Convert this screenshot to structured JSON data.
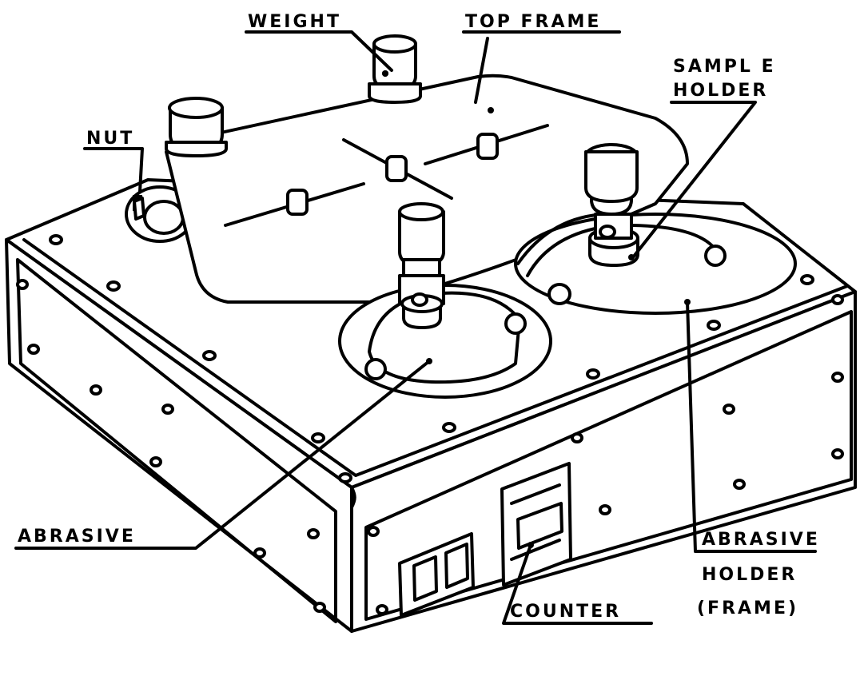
{
  "labels": {
    "weight": "WEIGHT",
    "top_frame": "TOP FRAME",
    "sample_holder_line1": "SAMPL E",
    "sample_holder_line2": "HOLDER",
    "nut": "NUT",
    "abrasive": "ABRASIVE",
    "abrasive_holder_line1": "ABRASIVE",
    "abrasive_holder_line2": "HOLDER",
    "abrasive_holder_line3": "(FRAME)",
    "counter": "COUNTER"
  },
  "colors": {
    "ink": "#000000",
    "paper": "#ffffff"
  }
}
